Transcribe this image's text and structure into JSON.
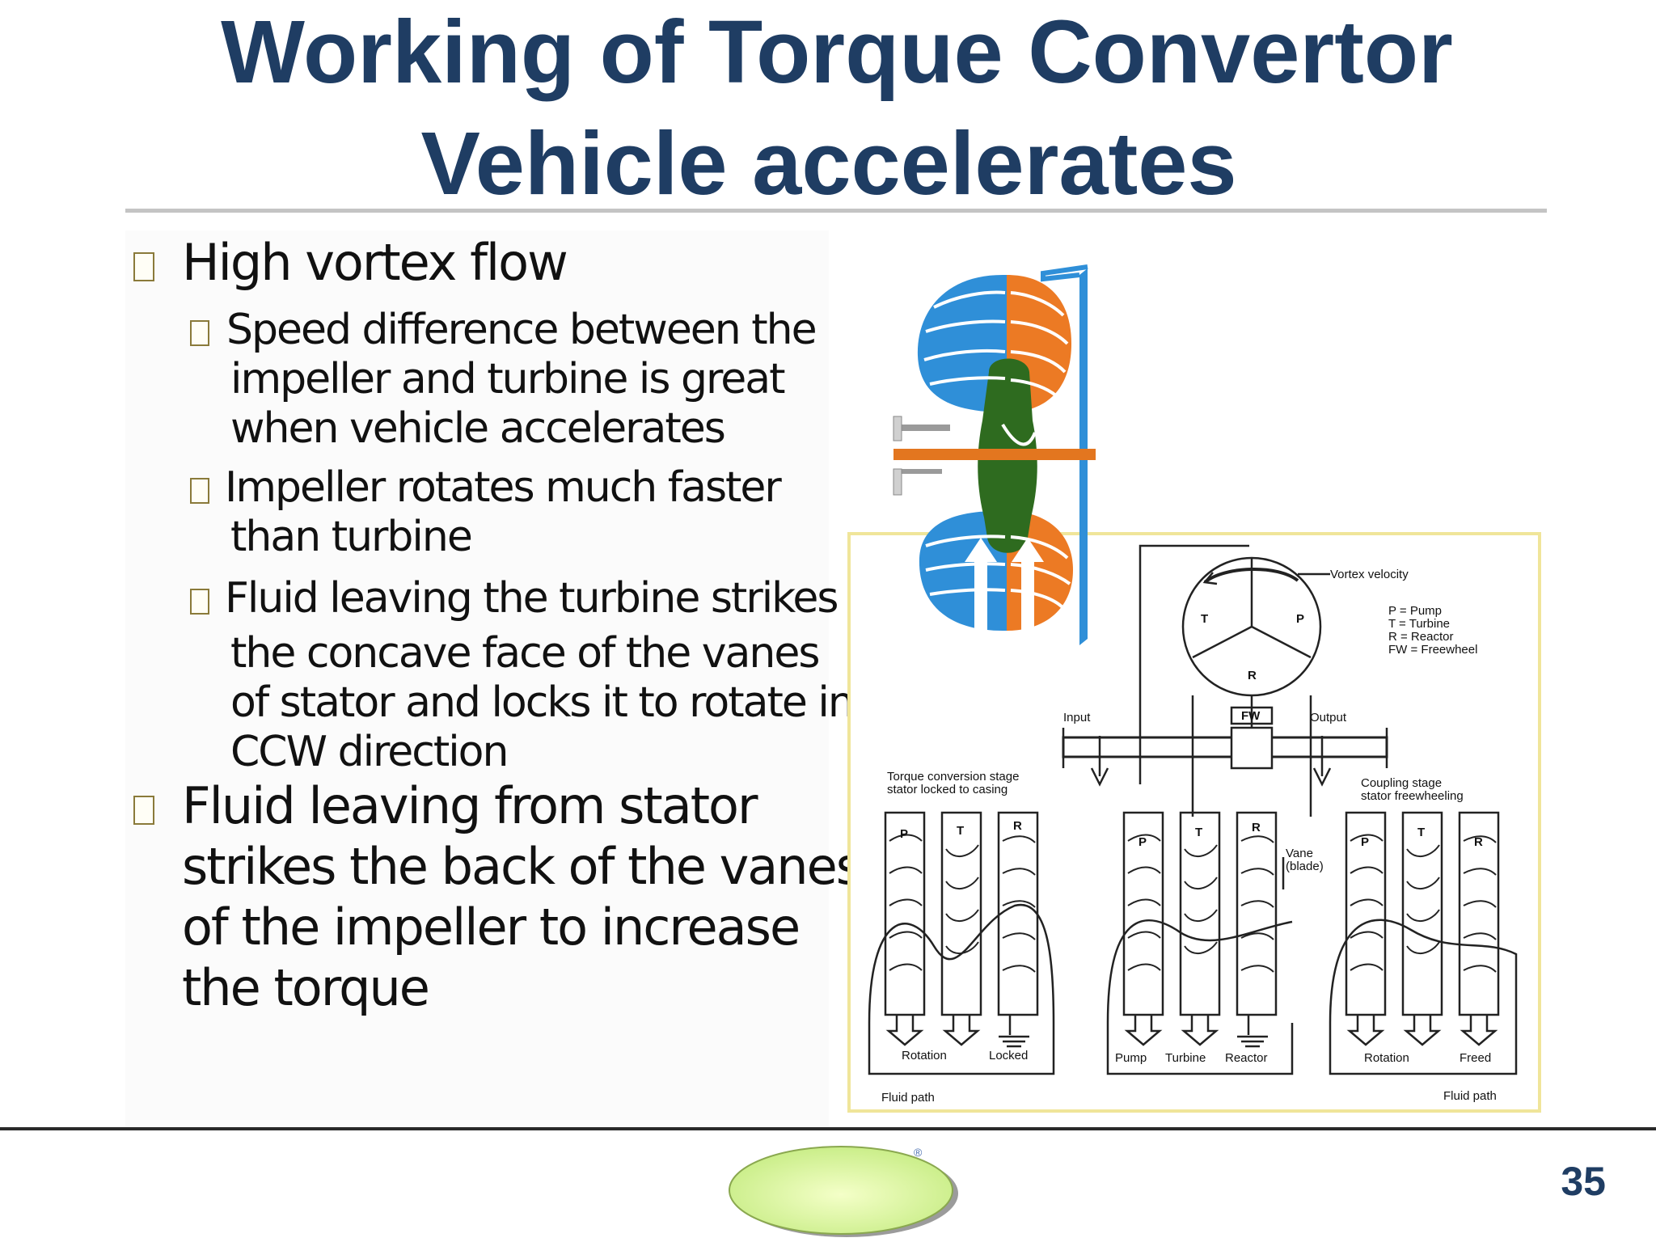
{
  "slide": {
    "title_line1": "Working of Torque Convertor",
    "title_line2": "Vehicle accelerates",
    "page_number": "35"
  },
  "bullets": {
    "b1": {
      "text": "High vortex flow"
    },
    "b1_sub": [
      {
        "lines": [
          "Speed difference between the",
          "impeller and turbine is great",
          "when vehicle accelerates"
        ]
      },
      {
        "lines": [
          "Impeller rotates much faster",
          "than turbine"
        ]
      },
      {
        "lines": [
          "Fluid leaving the turbine strikes",
          "the concave face of the vanes",
          "of stator and locks it to rotate in",
          "CCW direction"
        ]
      }
    ],
    "b2": {
      "lines": [
        "Fluid leaving from stator",
        "strikes the back of the vanes",
        "of the impeller to increase",
        "the torque"
      ]
    }
  },
  "diagram": {
    "vortex_label": "Vortex velocity",
    "legend": [
      "P   = Pump",
      "T   = Turbine",
      "R   = Reactor",
      "FW = Freewheel"
    ],
    "input_label": "Input",
    "output_label": "Output",
    "fw_label": "FW",
    "circle_letters": {
      "t": "T",
      "p": "P",
      "r": "R"
    },
    "stage_left_title": [
      "Torque conversion stage",
      "stator locked to casing"
    ],
    "stage_right_title": [
      "Coupling stage",
      "stator freewheeling"
    ],
    "vane_label": [
      "Vane",
      "(blade)"
    ],
    "column_letters": [
      "P",
      "T",
      "R"
    ],
    "bottom_left": [
      "Rotation",
      "Locked"
    ],
    "bottom_mid": [
      "Pump",
      "Turbine",
      "Reactor"
    ],
    "bottom_right": [
      "Rotation",
      "Freed"
    ],
    "fluid_path_left": "Fluid path",
    "fluid_path_right": "Fluid path",
    "colors": {
      "pump": "#2f8fd8",
      "turbine": "#ec7a24",
      "stator": "#2e6b1f",
      "shaft": "#e3761f"
    }
  },
  "footer": {
    "registered_mark": "®"
  }
}
